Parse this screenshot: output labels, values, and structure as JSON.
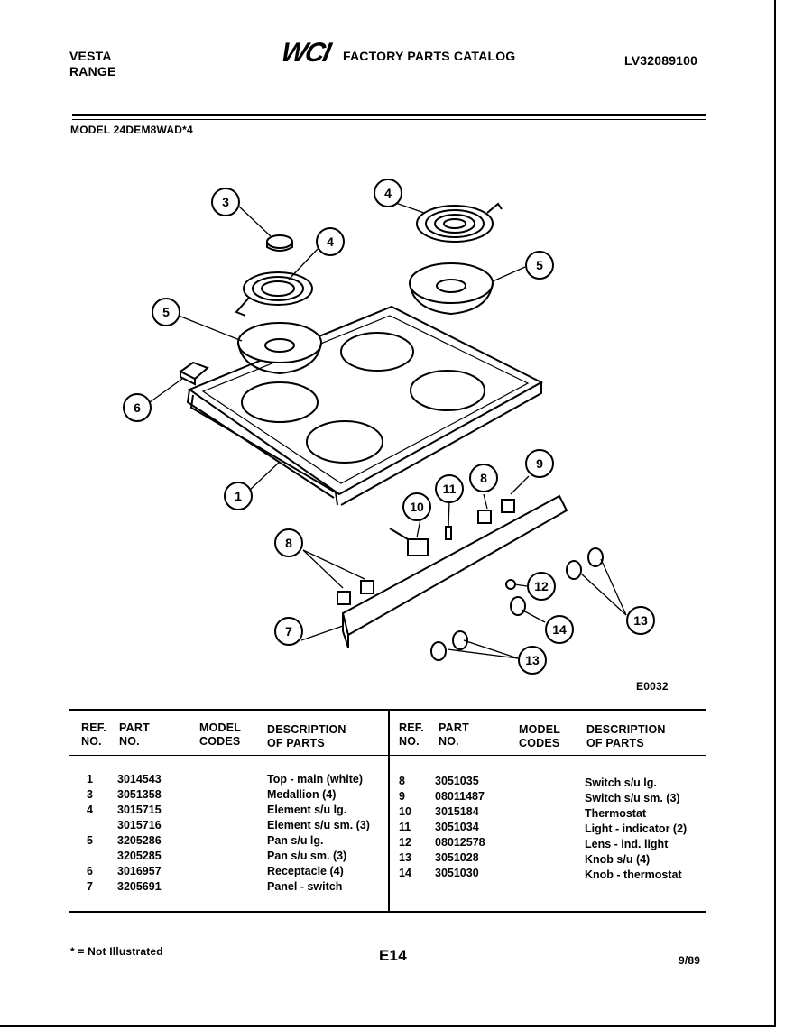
{
  "header": {
    "brand_line1": "VESTA",
    "brand_line2": "RANGE",
    "logo_text": "WCI",
    "catalog_title": "FACTORY PARTS CATALOG",
    "catalog_number": "LV32089100",
    "model_line": "MODEL 24DEM8WAD*4"
  },
  "diagram": {
    "figure_code": "E0032",
    "callouts": [
      "1",
      "3",
      "4",
      "4",
      "5",
      "5",
      "6",
      "7",
      "8",
      "8",
      "9",
      "10",
      "11",
      "12",
      "13",
      "13",
      "14"
    ]
  },
  "table": {
    "left": {
      "headers": {
        "ref1": "REF.",
        "ref2": "NO.",
        "part1": "PART",
        "part2": "NO.",
        "model1": "MODEL",
        "model2": "CODES",
        "desc1": "DESCRIPTION",
        "desc2": "OF PARTS"
      },
      "rows": [
        {
          "ref": "1",
          "part": "3014543",
          "desc": "Top - main (white)"
        },
        {
          "ref": "3",
          "part": "3051358",
          "desc": "Medallion (4)"
        },
        {
          "ref": "4",
          "part": "3015715",
          "desc": "Element s/u lg."
        },
        {
          "ref": "",
          "part": "3015716",
          "desc": "Element s/u sm. (3)"
        },
        {
          "ref": "5",
          "part": "3205286",
          "desc": "Pan s/u lg."
        },
        {
          "ref": "",
          "part": "3205285",
          "desc": "Pan s/u sm. (3)"
        },
        {
          "ref": "6",
          "part": "3016957",
          "desc": "Receptacle (4)"
        },
        {
          "ref": "7",
          "part": "3205691",
          "desc": "Panel - switch"
        }
      ]
    },
    "right": {
      "headers": {
        "ref1": "REF.",
        "ref2": "NO.",
        "part1": "PART",
        "part2": "NO.",
        "model1": "MODEL",
        "model2": "CODES",
        "desc1": "DESCRIPTION",
        "desc2": "OF PARTS"
      },
      "rows": [
        {
          "ref": "8",
          "part": "3051035",
          "desc": "Switch s/u lg."
        },
        {
          "ref": "9",
          "part": "08011487",
          "desc": "Switch s/u sm. (3)"
        },
        {
          "ref": "10",
          "part": "3015184",
          "desc": "Thermostat"
        },
        {
          "ref": "11",
          "part": "3051034",
          "desc": "Light - indicator (2)"
        },
        {
          "ref": "12",
          "part": "08012578",
          "desc": "Lens - ind. light"
        },
        {
          "ref": "13",
          "part": "3051028",
          "desc": "Knob s/u (4)"
        },
        {
          "ref": "14",
          "part": "3051030",
          "desc": "Knob - thermostat"
        }
      ]
    }
  },
  "footer": {
    "note": "* = Not Illustrated",
    "page_code": "E14",
    "date": "9/89"
  }
}
